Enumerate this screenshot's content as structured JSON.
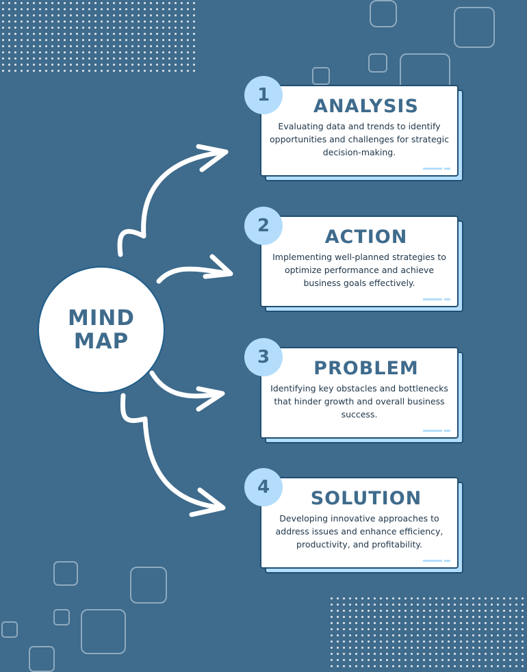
{
  "center": {
    "line1": "MIND",
    "line2": "MAP"
  },
  "colors": {
    "background": "#3f6b8c",
    "accent": "#b3ddfb",
    "title": "#3f6b8c"
  },
  "cards": [
    {
      "number": "1",
      "title": "ANALYSIS",
      "text": "Evaluating data and trends to identify opportunities and challenges for strategic decision-making."
    },
    {
      "number": "2",
      "title": "ACTION",
      "text": "Implementing well-planned strategies to optimize performance and achieve business goals effectively."
    },
    {
      "number": "3",
      "title": "PROBLEM",
      "text": "Identifying key obstacles and bottlenecks that hinder growth and overall business success."
    },
    {
      "number": "4",
      "title": "SOLUTION",
      "text": "Developing innovative approaches to address issues and enhance efficiency, productivity, and profitability."
    }
  ]
}
